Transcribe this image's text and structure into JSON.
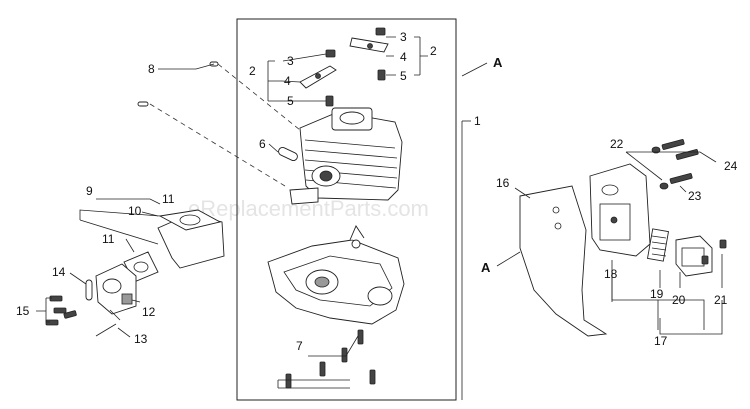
{
  "watermark": "eReplacementParts.com",
  "section_marker": "A",
  "callouts": {
    "c1": "1",
    "c2a": "2",
    "c2b": "2",
    "c3a": "3",
    "c3b": "3",
    "c4a": "4",
    "c4b": "4",
    "c5a": "5",
    "c5b": "5",
    "c6": "6",
    "c7": "7",
    "c8": "8",
    "c9": "9",
    "c10": "10",
    "c11a": "11",
    "c11b": "11",
    "c12": "12",
    "c13": "13",
    "c14": "14",
    "c15": "15",
    "c16": "16",
    "c17": "17",
    "c18": "18",
    "c19": "19",
    "c20": "20",
    "c21": "21",
    "c22": "22",
    "c23": "23",
    "c24": "24"
  }
}
